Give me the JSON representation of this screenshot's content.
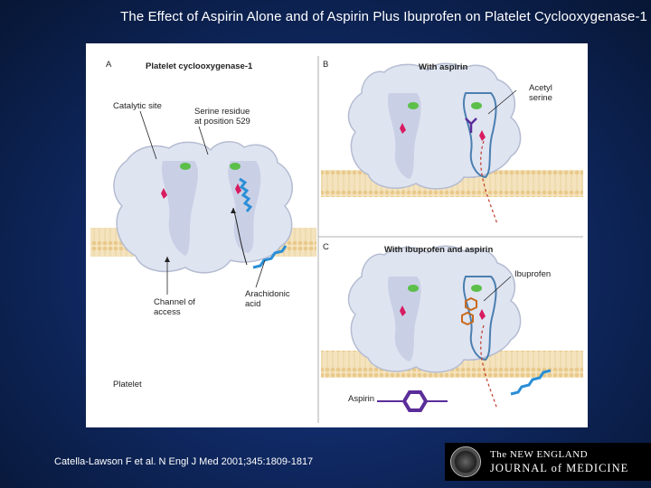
{
  "slide": {
    "title": "The Effect of Aspirin Alone and of Aspirin Plus Ibuprofen on Platelet Cyclooxygenase-1",
    "citation": "Catella-Lawson F et al. N Engl J Med 2001;345:1809-1817"
  },
  "figure": {
    "panel_a": {
      "letter": "A",
      "heading": "Platelet cyclooxygenase-1",
      "labels": {
        "catalytic_site": "Catalytic site",
        "serine_residue": "Serine residue\nat position 529",
        "channel": "Channel of\naccess",
        "arachidonic": "Arachidonic\nacid",
        "platelet": "Platelet"
      }
    },
    "panel_b": {
      "letter": "B",
      "heading": "With aspirin",
      "labels": {
        "acetyl_serine": "Acetyl\nserine"
      }
    },
    "panel_c": {
      "letter": "C",
      "heading": "With ibuprofen and aspirin",
      "labels": {
        "ibuprofen": "Ibuprofen",
        "aspirin": "Aspirin"
      }
    },
    "colors": {
      "membrane": "#f2dcb0",
      "protein": "#dde3f0",
      "serine": "#d81b60",
      "green_site": "#5cbf4a",
      "arachidonic": "#2b8fd6",
      "aspirin": "#5b2d9a",
      "ibuprofen": "#c86a1e"
    }
  },
  "journal": {
    "line1": "The NEW ENGLAND",
    "line2": "JOURNAL of MEDICINE"
  }
}
